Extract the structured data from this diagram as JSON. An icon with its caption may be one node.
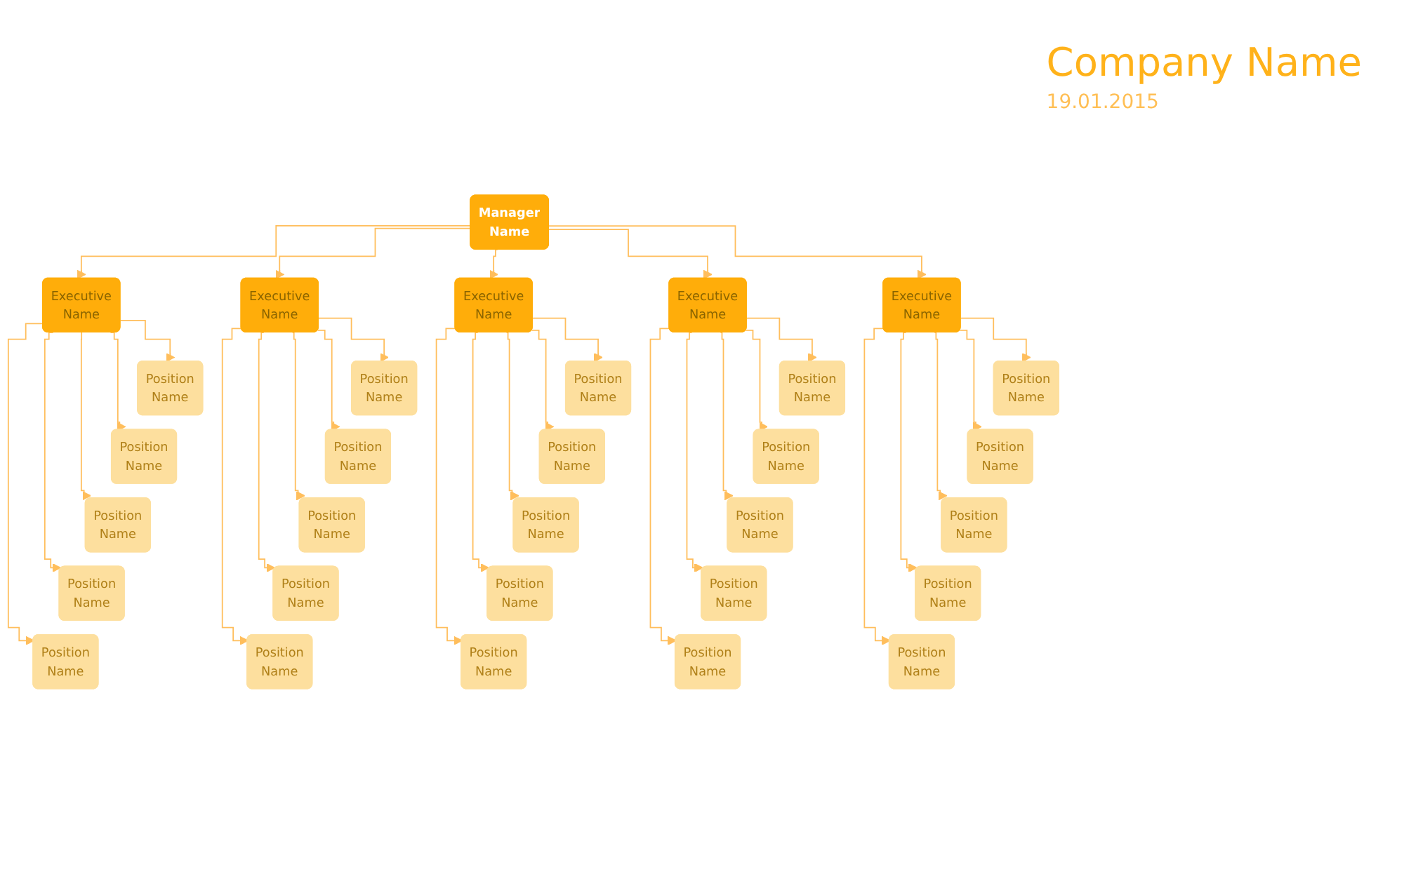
{
  "diagram": {
    "title": "Company Name",
    "nodes": [
      {
        "text": [
          "Manager",
          "Name"
        ]
      },
      {
        "text": [
          "Executive",
          "Name"
        ]
      },
      {
        "text": [
          "Executive",
          "Name"
        ]
      },
      {
        "text": [
          "Executive",
          "Name"
        ]
      },
      {
        "text": [
          "Executive",
          "Name"
        ]
      },
      {
        "text": [
          "Executive",
          "Name"
        ]
      },
      {
        "text": [
          "Position",
          "Name"
        ]
      },
      {
        "text": [
          "Position",
          "Name"
        ]
      },
      {
        "text": [
          "Position",
          "Name"
        ]
      },
      {
        "text": [
          "Position",
          "Name"
        ]
      },
      {
        "text": [
          "Position",
          "Name"
        ]
      },
      {
        "text": [
          "Position",
          "Name"
        ]
      },
      {
        "text": [
          "Position",
          "Name"
        ]
      },
      {
        "text": [
          "Position",
          "Name"
        ]
      },
      {
        "text": [
          "Position",
          "Name"
        ]
      },
      {
        "text": [
          "Position",
          "Name"
        ]
      },
      {
        "text": [
          "Position",
          "Name"
        ]
      },
      {
        "text": [
          "Position",
          "Name"
        ]
      },
      {
        "text": [
          "Position",
          "Name"
        ]
      },
      {
        "text": [
          "Position",
          "Name"
        ]
      },
      {
        "text": [
          "Position",
          "Name"
        ]
      },
      {
        "text": [
          "Position",
          "Name"
        ]
      },
      {
        "text": [
          "Position",
          "Name"
        ]
      },
      {
        "text": [
          "Position",
          "Name"
        ]
      },
      {
        "text": [
          "Position",
          "Name"
        ]
      },
      {
        "text": [
          "Position",
          "Name"
        ]
      },
      {
        "text": [
          "Position",
          "Name"
        ]
      },
      {
        "text": [
          "Position",
          "Name"
        ]
      },
      {
        "text": [
          "Position",
          "Name"
        ]
      },
      {
        "text": [
          "Position",
          "Name"
        ]
      },
      {
        "text": [
          "Position",
          "Name"
        ]
      }
    ],
    "edges": [
      {
        "from": 0,
        "to": 1,
        "arrow": "to"
      },
      {
        "from": 0,
        "to": 2,
        "arrow": "to"
      },
      {
        "from": 0,
        "to": 3,
        "arrow": "to"
      },
      {
        "from": 0,
        "to": 4,
        "arrow": "to"
      },
      {
        "from": 0,
        "to": 5,
        "arrow": "to"
      },
      {
        "from": 1,
        "to": 6,
        "arrow": "to"
      },
      {
        "from": 1,
        "to": 7,
        "arrow": "to"
      },
      {
        "from": 1,
        "to": 8,
        "arrow": "to"
      },
      {
        "from": 1,
        "to": 9,
        "arrow": "to"
      },
      {
        "from": 1,
        "to": 10,
        "arrow": "to"
      },
      {
        "from": 2,
        "to": 11,
        "arrow": "to"
      },
      {
        "from": 2,
        "to": 12,
        "arrow": "to"
      },
      {
        "from": 2,
        "to": 13,
        "arrow": "to"
      },
      {
        "from": 2,
        "to": 14,
        "arrow": "to"
      },
      {
        "from": 2,
        "to": 15,
        "arrow": "to"
      },
      {
        "from": 3,
        "to": 16,
        "arrow": "to"
      },
      {
        "from": 3,
        "to": 17,
        "arrow": "to"
      },
      {
        "from": 3,
        "to": 18,
        "arrow": "to"
      },
      {
        "from": 3,
        "to": 19,
        "arrow": "to"
      },
      {
        "from": 3,
        "to": 20,
        "arrow": "to"
      },
      {
        "from": 4,
        "to": 21,
        "arrow": "to"
      },
      {
        "from": 4,
        "to": 22,
        "arrow": "to"
      },
      {
        "from": 4,
        "to": 23,
        "arrow": "to"
      },
      {
        "from": 4,
        "to": 24,
        "arrow": "to"
      },
      {
        "from": 4,
        "to": 25,
        "arrow": "to"
      },
      {
        "from": 5,
        "to": 26,
        "arrow": "to"
      },
      {
        "from": 5,
        "to": 27,
        "arrow": "to"
      },
      {
        "from": 5,
        "to": 28,
        "arrow": "to"
      },
      {
        "from": 5,
        "to": 29,
        "arrow": "to"
      },
      {
        "from": 5,
        "to": 30,
        "arrow": "to"
      }
    ],
    "labels": [
      "19.01.2015"
    ]
  }
}
